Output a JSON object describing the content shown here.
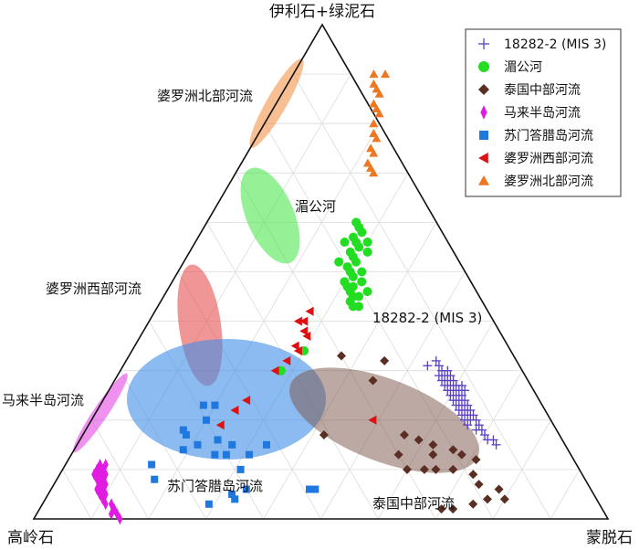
{
  "chart_data": {
    "type": "ternary-scatter",
    "vertices": {
      "top": "伊利石+绿泥石",
      "left": "高岭石",
      "right": "蒙脱石"
    },
    "grid": true,
    "legend_position": "top-right",
    "colors": {
      "mis": "#5b3fc4",
      "mekong": "#22dd22",
      "thai": "#5a2e22",
      "malay": "#e11be1",
      "sumatra": "#1f78e0",
      "wborneo": "#dd1111",
      "nborneo": "#ee7722"
    },
    "series": [
      {
        "key": "mis",
        "name": "18282-2 (MIS 3)",
        "marker": "plus",
        "annotation": "18282-2 (MIS 3)",
        "points": [
          [
            0.53,
            0.31
          ],
          [
            0.55,
            0.31
          ],
          [
            0.56,
            0.3
          ],
          [
            0.54,
            0.32
          ],
          [
            0.57,
            0.3
          ],
          [
            0.56,
            0.29
          ],
          [
            0.57,
            0.29
          ],
          [
            0.58,
            0.28
          ],
          [
            0.58,
            0.29
          ],
          [
            0.57,
            0.28
          ],
          [
            0.59,
            0.28
          ],
          [
            0.59,
            0.27
          ],
          [
            0.6,
            0.27
          ],
          [
            0.59,
            0.26
          ],
          [
            0.6,
            0.26
          ],
          [
            0.61,
            0.26
          ],
          [
            0.6,
            0.25
          ],
          [
            0.61,
            0.25
          ],
          [
            0.62,
            0.25
          ],
          [
            0.61,
            0.24
          ],
          [
            0.62,
            0.24
          ],
          [
            0.63,
            0.24
          ],
          [
            0.62,
            0.23
          ],
          [
            0.63,
            0.23
          ],
          [
            0.64,
            0.23
          ],
          [
            0.63,
            0.22
          ],
          [
            0.64,
            0.22
          ],
          [
            0.65,
            0.22
          ],
          [
            0.64,
            0.21
          ],
          [
            0.65,
            0.21
          ],
          [
            0.66,
            0.21
          ],
          [
            0.65,
            0.2
          ],
          [
            0.66,
            0.2
          ],
          [
            0.67,
            0.2
          ],
          [
            0.66,
            0.19
          ],
          [
            0.68,
            0.19
          ],
          [
            0.68,
            0.18
          ],
          [
            0.69,
            0.18
          ],
          [
            0.7,
            0.17
          ],
          [
            0.71,
            0.16
          ],
          [
            0.72,
            0.16
          ],
          [
            0.73,
            0.15
          ],
          [
            0.58,
            0.27
          ],
          [
            0.61,
            0.27
          ],
          [
            0.62,
            0.26
          ]
        ]
      },
      {
        "key": "mekong",
        "name": "湄公河",
        "marker": "circle",
        "annotation": "湄公河",
        "points": [
          [
            0.26,
            0.6
          ],
          [
            0.27,
            0.59
          ],
          [
            0.28,
            0.58
          ],
          [
            0.27,
            0.57
          ],
          [
            0.28,
            0.56
          ],
          [
            0.29,
            0.55
          ],
          [
            0.28,
            0.54
          ],
          [
            0.29,
            0.53
          ],
          [
            0.3,
            0.52
          ],
          [
            0.29,
            0.51
          ],
          [
            0.3,
            0.5
          ],
          [
            0.31,
            0.49
          ],
          [
            0.3,
            0.48
          ],
          [
            0.31,
            0.47
          ],
          [
            0.32,
            0.47
          ],
          [
            0.32,
            0.46
          ],
          [
            0.33,
            0.45
          ],
          [
            0.34,
            0.45
          ],
          [
            0.33,
            0.44
          ],
          [
            0.34,
            0.43
          ],
          [
            0.35,
            0.43
          ],
          [
            0.26,
            0.56
          ],
          [
            0.3,
            0.56
          ],
          [
            0.31,
            0.54
          ],
          [
            0.27,
            0.52
          ],
          [
            0.32,
            0.5
          ],
          [
            0.33,
            0.48
          ],
          [
            0.35,
            0.46
          ],
          [
            0.3,
            0.34
          ],
          [
            0.28,
            0.3
          ]
        ]
      },
      {
        "key": "thai",
        "name": "泰国中部河流",
        "marker": "diamond",
        "annotation": "泰国中部河流",
        "points": [
          [
            0.37,
            0.33
          ],
          [
            0.45,
            0.32
          ],
          [
            0.45,
            0.28
          ],
          [
            0.42,
            0.17
          ],
          [
            0.56,
            0.17
          ],
          [
            0.59,
            0.16
          ],
          [
            0.62,
            0.15
          ],
          [
            0.57,
            0.13
          ],
          [
            0.63,
            0.13
          ],
          [
            0.66,
            0.14
          ],
          [
            0.68,
            0.13
          ],
          [
            0.71,
            0.12
          ],
          [
            0.6,
            0.1
          ],
          [
            0.63,
            0.1
          ],
          [
            0.65,
            0.1
          ],
          [
            0.68,
            0.1
          ],
          [
            0.72,
            0.09
          ],
          [
            0.74,
            0.07
          ],
          [
            0.78,
            0.06
          ],
          [
            0.8,
            0.04
          ],
          [
            0.75,
            0.03
          ],
          [
            0.77,
            0.04
          ],
          [
            0.7,
            0.02
          ],
          [
            0.72,
            0.02
          ]
        ]
      },
      {
        "key": "malay",
        "name": "马来半岛河流",
        "marker": "thin-diamond",
        "annotation": "马来半岛河流",
        "points": [
          [
            0.06,
            0.11
          ],
          [
            0.06,
            0.1
          ],
          [
            0.07,
            0.11
          ],
          [
            0.06,
            0.09
          ],
          [
            0.07,
            0.1
          ],
          [
            0.07,
            0.09
          ],
          [
            0.07,
            0.08
          ],
          [
            0.08,
            0.09
          ],
          [
            0.08,
            0.08
          ],
          [
            0.08,
            0.07
          ],
          [
            0.08,
            0.06
          ],
          [
            0.09,
            0.07
          ],
          [
            0.09,
            0.06
          ],
          [
            0.09,
            0.05
          ],
          [
            0.1,
            0.05
          ],
          [
            0.1,
            0.04
          ],
          [
            0.11,
            0.03
          ],
          [
            0.12,
            0.03
          ],
          [
            0.13,
            0.02
          ],
          [
            0.13,
            0.01
          ],
          [
            0.14,
            0.01
          ],
          [
            0.15,
            0.0
          ]
        ]
      },
      {
        "key": "sumatra",
        "name": "苏门答腊岛河流",
        "marker": "square",
        "annotation": "苏门答腊岛河流",
        "points": [
          [
            0.18,
            0.23
          ],
          [
            0.2,
            0.23
          ],
          [
            0.2,
            0.2
          ],
          [
            0.18,
            0.17
          ],
          [
            0.17,
            0.18
          ],
          [
            0.21,
            0.15
          ],
          [
            0.19,
            0.14
          ],
          [
            0.24,
            0.16
          ],
          [
            0.27,
            0.15
          ],
          [
            0.31,
            0.13
          ],
          [
            0.33,
            0.15
          ],
          [
            0.31,
            0.1
          ],
          [
            0.25,
            0.13
          ],
          [
            0.34,
            0.06
          ],
          [
            0.32,
            0.05
          ],
          [
            0.33,
            0.04
          ],
          [
            0.29,
            0.03
          ],
          [
            0.27,
            0.13
          ],
          [
            0.45,
            0.06
          ],
          [
            0.46,
            0.06
          ],
          [
            0.15,
            0.11
          ],
          [
            0.17,
            0.08
          ]
        ]
      },
      {
        "key": "wborneo",
        "name": "婆罗洲西部河流",
        "marker": "triangle-left",
        "annotation": "婆罗洲西部河流",
        "points": [
          [
            0.27,
            0.42
          ],
          [
            0.26,
            0.4
          ],
          [
            0.27,
            0.4
          ],
          [
            0.28,
            0.38
          ],
          [
            0.29,
            0.37
          ],
          [
            0.28,
            0.35
          ],
          [
            0.29,
            0.34
          ],
          [
            0.28,
            0.32
          ],
          [
            0.27,
            0.3
          ],
          [
            0.25,
            0.24
          ],
          [
            0.24,
            0.22
          ],
          [
            0.23,
            0.19
          ],
          [
            0.49,
            0.2
          ]
        ]
      },
      {
        "key": "nborneo",
        "name": "婆罗洲北部河流",
        "marker": "triangle-up",
        "annotation": "婆罗洲北部河流",
        "points": [
          [
            0.14,
            0.9
          ],
          [
            0.16,
            0.9
          ],
          [
            0.15,
            0.88
          ],
          [
            0.16,
            0.87
          ],
          [
            0.17,
            0.86
          ],
          [
            0.17,
            0.84
          ],
          [
            0.18,
            0.83
          ],
          [
            0.19,
            0.82
          ],
          [
            0.19,
            0.8
          ],
          [
            0.2,
            0.78
          ],
          [
            0.21,
            0.77
          ],
          [
            0.21,
            0.75
          ],
          [
            0.22,
            0.74
          ],
          [
            0.22,
            0.72
          ],
          [
            0.23,
            0.71
          ],
          [
            0.24,
            0.7
          ]
        ]
      }
    ]
  }
}
